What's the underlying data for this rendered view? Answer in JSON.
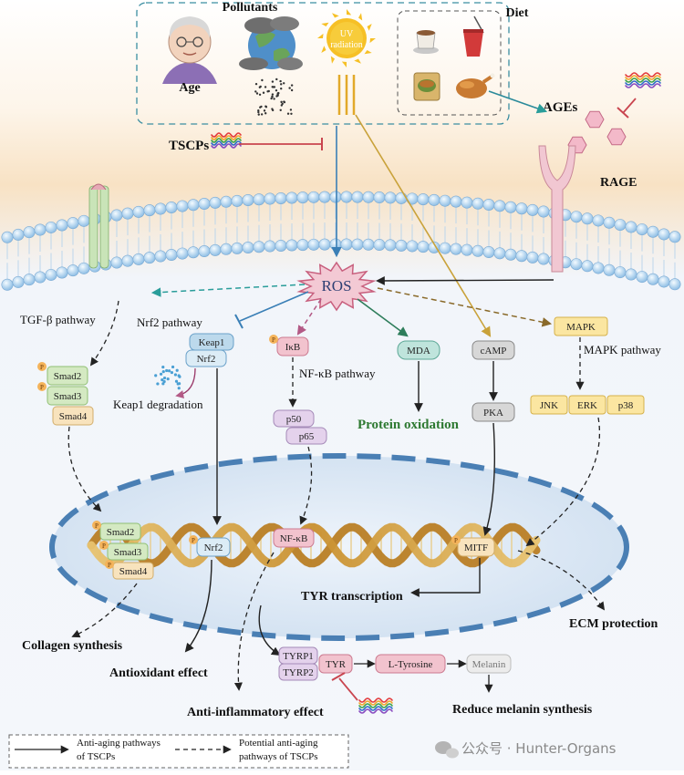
{
  "inputs": {
    "pollutants": "Pollutants",
    "age": "Age",
    "uv_line1": "UV",
    "uv_line2": "radiation",
    "diet": "Diet",
    "tscps": "TSCPs"
  },
  "membrane": {
    "ages": "AGEs",
    "rage": "RAGE"
  },
  "ros": "ROS",
  "pathways": {
    "tgf": "TGF-β pathway",
    "nrf2": "Nrf2 pathway",
    "nfkb": "NF-κB pathway",
    "mapk": "MAPK pathway"
  },
  "proteins": {
    "smad2": "Smad2",
    "smad3": "Smad3",
    "smad4": "Smad4",
    "keap1": "Keap1",
    "nrf2": "Nrf2",
    "ikb": "IκB",
    "p50": "p50",
    "p65": "p65",
    "mda": "MDA",
    "camp": "cAMP",
    "pka": "PKA",
    "mapk": "MAPK",
    "jnk": "JNK",
    "erk": "ERK",
    "p38": "p38",
    "nfkb": "NF-κB",
    "mitf": "MITF",
    "tyrp1": "TYRP1",
    "tyrp2": "TYRP2",
    "tyr": "TYR",
    "ltyrosine": "L-Tyrosine",
    "melanin": "Melanin",
    "p_mark": "P"
  },
  "outcomes": {
    "keap1_degradation": "Keap1 degradation",
    "protein_oxidation": "Protein oxidation",
    "tyr_transcription": "TYR transcription",
    "collagen": "Collagen synthesis",
    "antioxidant": "Antioxidant effect",
    "anti_inflammatory": "Anti-inflammatory effect",
    "ecm": "ECM protection",
    "reduce_melanin": "Reduce melanin synthesis"
  },
  "legend": {
    "solid_line1": "Anti-aging pathways",
    "solid_line2": "of TSCPs",
    "dashed_line1": "Potential anti-aging",
    "dashed_line2": "pathways of TSCPs"
  },
  "watermark": "公众号 · Hunter-Organs",
  "colors": {
    "ros_fill": "#f3c9d4",
    "blue_arrow": "#3a7fb6",
    "teal_arrow": "#2a9d9a",
    "gold_arrow": "#c9a23a",
    "green_text": "#2f7a32",
    "inhibit_red": "#c9454f",
    "nucleus": "#dbe7f3",
    "nucleus_border": "#4a7fb4",
    "membrane": "#a9cdea"
  }
}
